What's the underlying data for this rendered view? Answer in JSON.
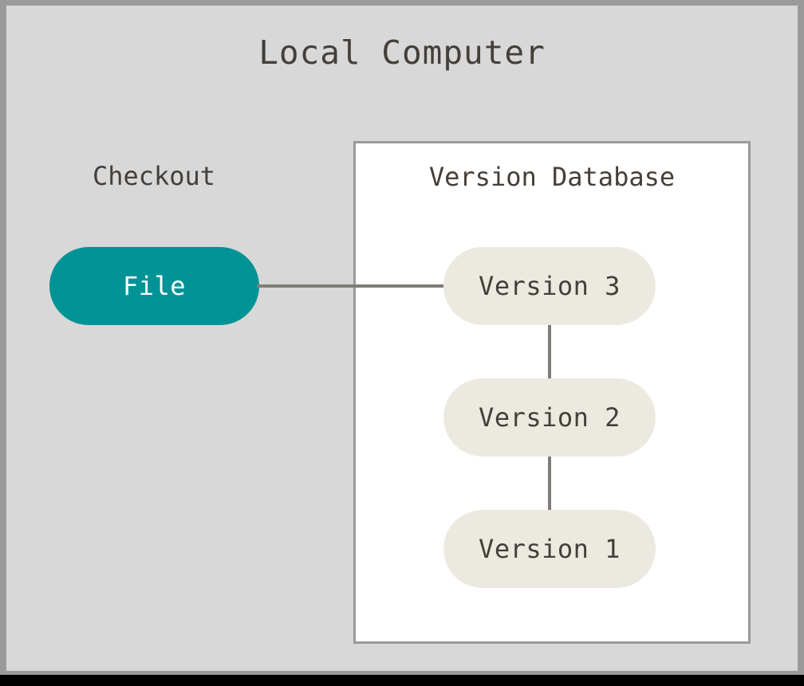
{
  "diagram": {
    "title": "Local Computer",
    "background_color": "#d8d8d8",
    "frame_border_color": "#9a9a9a",
    "text_color": "#453f3a",
    "connector_color": "#807d78"
  },
  "checkout": {
    "label": "Checkout",
    "file_node": {
      "label": "File",
      "fill_color": "#009396",
      "text_color": "#ffffff"
    }
  },
  "version_database": {
    "title": "Version Database",
    "box_fill_color": "#ffffff",
    "box_border_color": "#9a9a9a",
    "node_fill_color": "#eceae0",
    "versions": [
      {
        "label": "Version 3"
      },
      {
        "label": "Version 2"
      },
      {
        "label": "Version 1"
      }
    ]
  }
}
